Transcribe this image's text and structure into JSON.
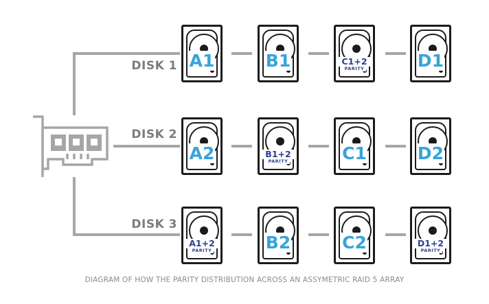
{
  "rows": [
    {
      "label": "DISK 1",
      "drives": [
        {
          "kind": "data",
          "text": "A1"
        },
        {
          "kind": "data",
          "text": "B1"
        },
        {
          "kind": "parity",
          "text": "C1+2",
          "sub": "PARITY"
        },
        {
          "kind": "data",
          "text": "D1"
        }
      ]
    },
    {
      "label": "DISK 2",
      "drives": [
        {
          "kind": "data",
          "text": "A2"
        },
        {
          "kind": "parity",
          "text": "B1+2",
          "sub": "PARITY"
        },
        {
          "kind": "data",
          "text": "C1"
        },
        {
          "kind": "data",
          "text": "D2"
        }
      ]
    },
    {
      "label": "DISK 3",
      "drives": [
        {
          "kind": "parity",
          "text": "A1+2",
          "sub": "PARITY"
        },
        {
          "kind": "data",
          "text": "B2"
        },
        {
          "kind": "data",
          "text": "C2"
        },
        {
          "kind": "parity",
          "text": "D1+2",
          "sub": "PARITY"
        }
      ]
    }
  ],
  "caption": "DIAGRAM OF HOW THE PARITY DISTRIBUTION ACROSS AN ASSYMETRIC RAID 5 ARRAY",
  "colors": {
    "data_text": "#3aa3d8",
    "parity_text": "#2e3e8e",
    "line": "#a6a6a6",
    "outline": "#1b1b1b",
    "label": "#7c7c7c"
  },
  "icons": {
    "controller": "raid-controller-card-icon",
    "drive": "hard-drive-icon"
  }
}
